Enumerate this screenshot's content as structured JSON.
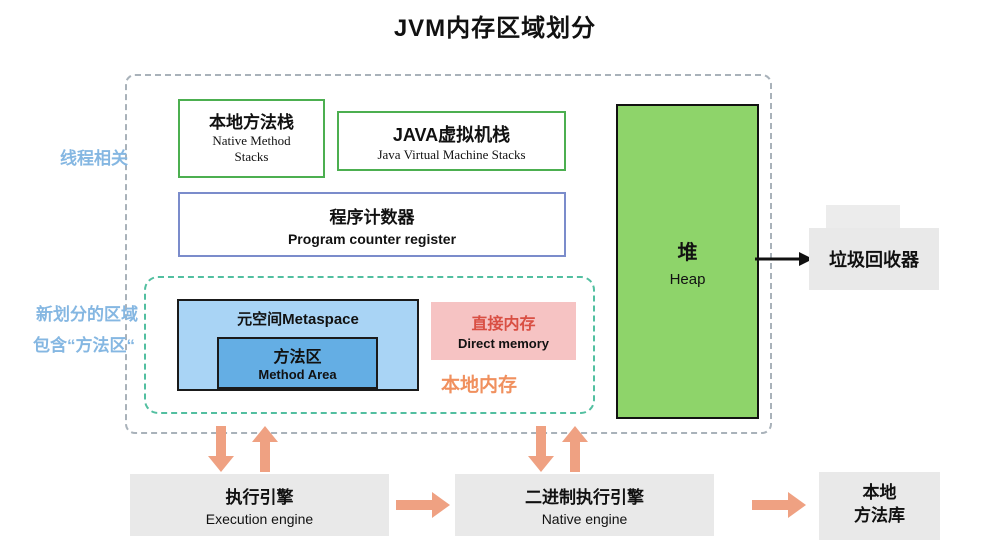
{
  "title": "JVM内存区域划分",
  "colors": {
    "side_label_text": "#85b7e2",
    "green_border": "#4caf50",
    "blue_border": "#7b8ccb",
    "teal_dashed_border": "#52bfa0",
    "outer_dashed_border": "#a9b2ba",
    "metaspace_fill": "#a9d4f5",
    "method_area_fill": "#64aee4",
    "direct_memory_fill": "#f6c3c3",
    "direct_memory_text": "#d94f43",
    "native_memory_text": "#f0905e",
    "heap_fill": "#8ed46a",
    "gray_box_fill": "#e9e9e9",
    "arrow_orange": "#efa182",
    "arrow_black": "#111111"
  },
  "side_labels": {
    "thread_related": "线程相关",
    "new_region_line1": "新划分的区域",
    "new_region_line2": "包含“方法区“"
  },
  "boxes": {
    "native_method_stacks": {
      "title": "本地方法栈",
      "subtitle_line1": "Native Method",
      "subtitle_line2": "Stacks"
    },
    "jvm_stacks": {
      "title": "JAVA虚拟机栈",
      "subtitle": "Java Virtual Machine Stacks"
    },
    "pc_register": {
      "title": "程序计数器",
      "subtitle": "Program counter register"
    },
    "metaspace": {
      "title": "元空间Metaspace"
    },
    "method_area": {
      "title": "方法区",
      "subtitle": "Method Area"
    },
    "direct_memory": {
      "title": "直接内存",
      "subtitle": "Direct memory"
    },
    "native_memory_label": "本地内存",
    "heap": {
      "title": "堆",
      "subtitle": "Heap"
    },
    "garbage_collector": {
      "title": "垃圾回收器"
    },
    "execution_engine": {
      "title": "执行引擎",
      "subtitle": "Execution engine"
    },
    "native_engine": {
      "title": "二进制执行引擎",
      "subtitle": "Native engine"
    },
    "native_method_library": {
      "line1": "本地",
      "line2": "方法库"
    }
  }
}
